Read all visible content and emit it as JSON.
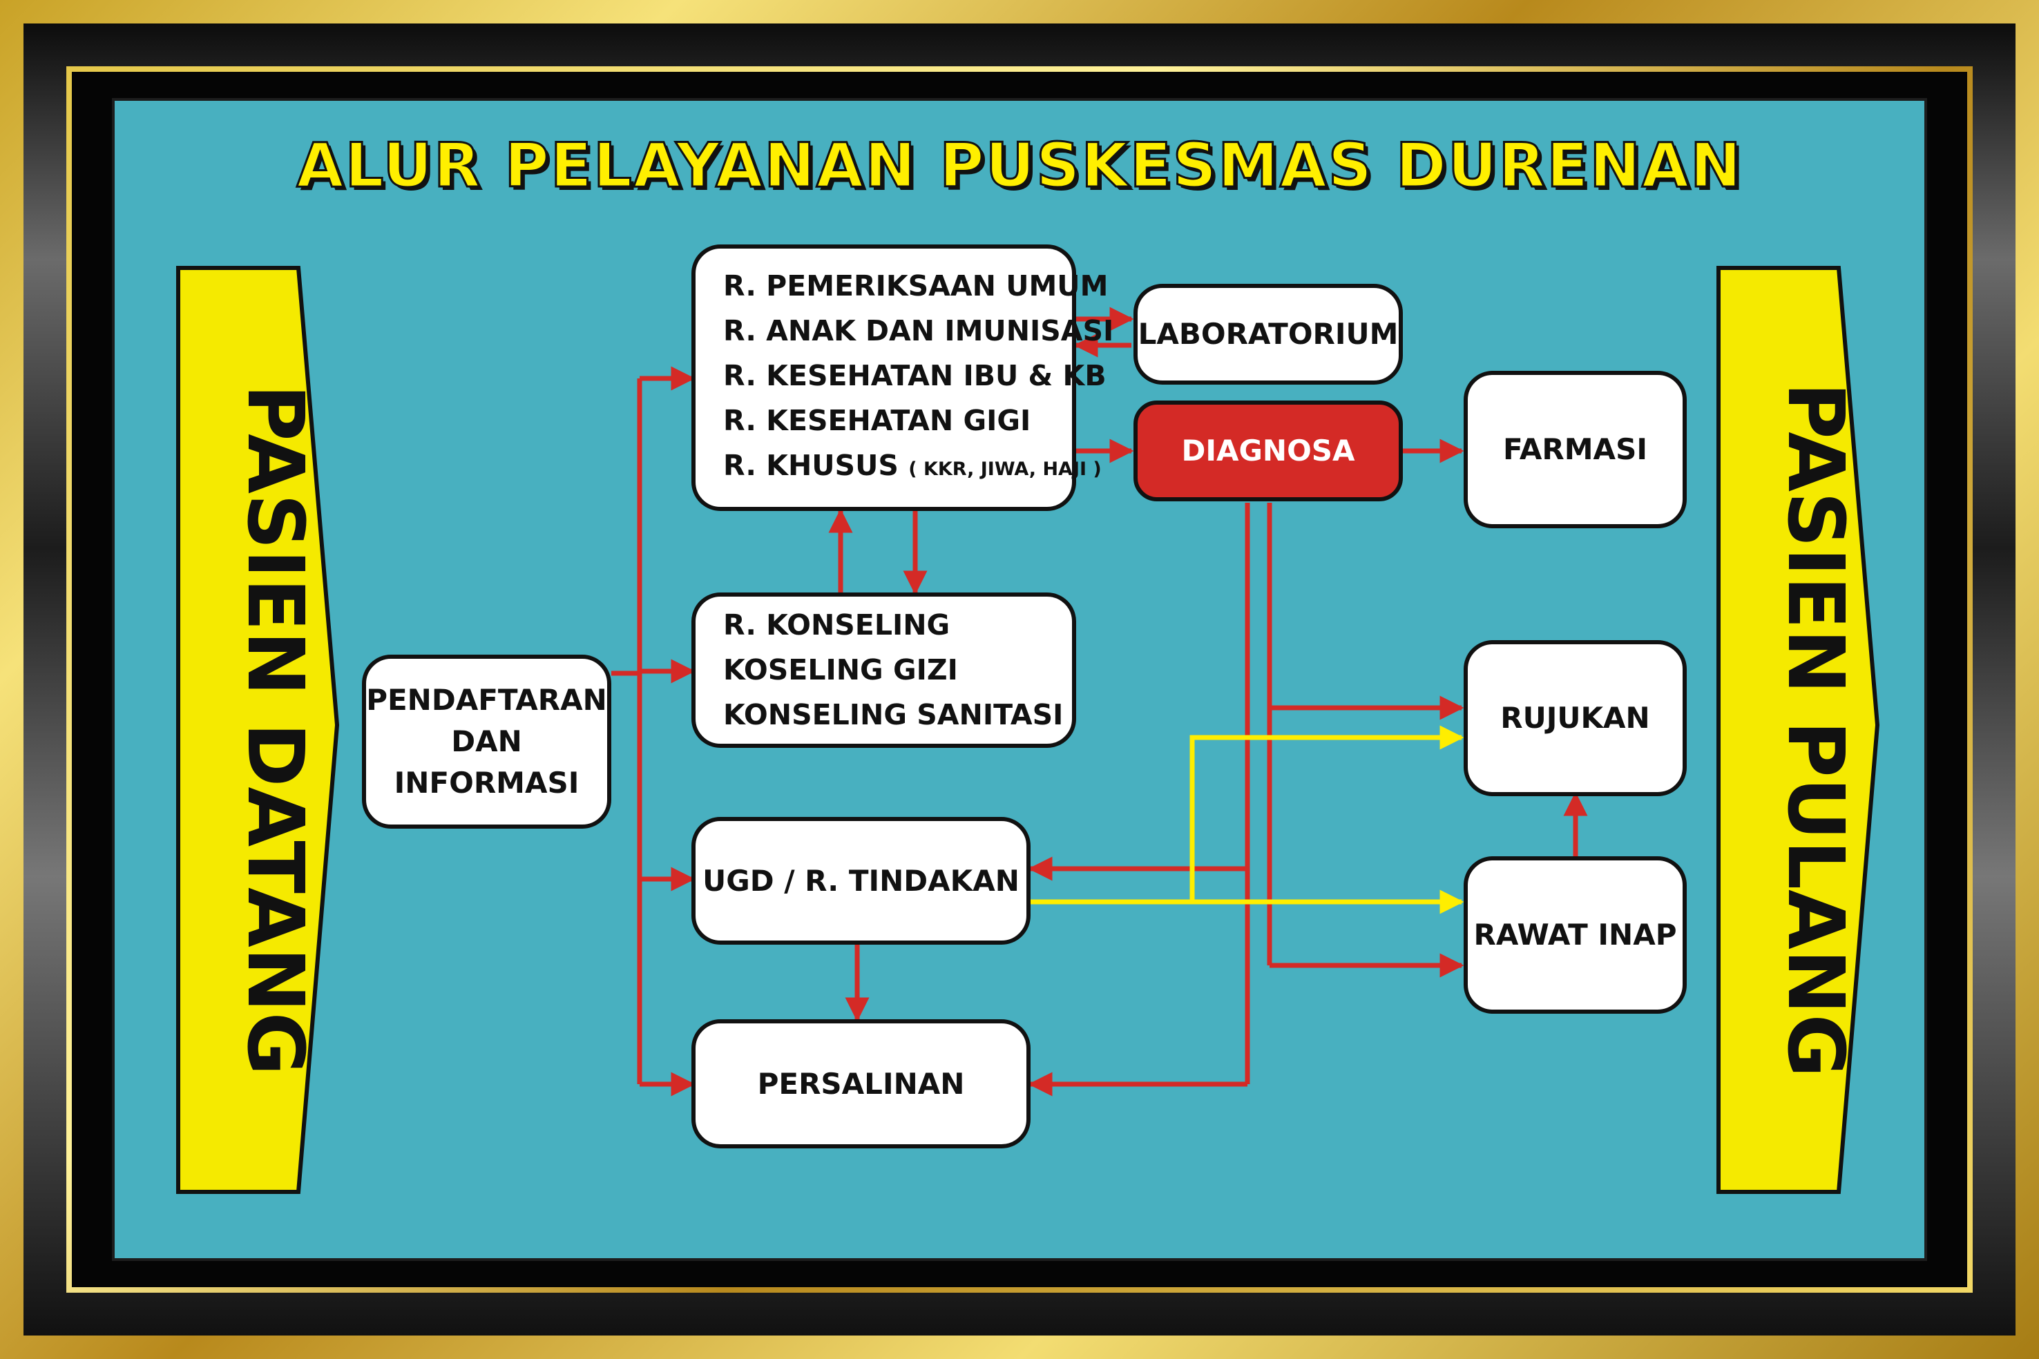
{
  "title": "ALUR PELAYANAN PUSKESMAS DURENAN",
  "side_left": "PASIEN DATANG",
  "side_right": "PASIEN PULANG",
  "nodes": {
    "pendaftaran": [
      "PENDAFTARAN",
      "DAN",
      "INFORMASI"
    ],
    "pemeriksaan": [
      "R. PEMERIKSAAN UMUM",
      "R. ANAK DAN IMUNISASI",
      "R. KESEHATAN IBU & KB",
      "R. KESEHATAN GIGI",
      "R. KHUSUS",
      "( KKR, JIWA, HAJI )"
    ],
    "laboratorium": "LABORATORIUM",
    "diagnosa": "DIAGNOSA",
    "farmasi": "FARMASI",
    "konseling": [
      "R. KONSELING",
      "KOSELING GIZI",
      "KONSELING SANITASI"
    ],
    "ugd": "UGD / R. TINDAKAN",
    "persalinan": "PERSALINAN",
    "rujukan": "RUJUKAN",
    "rawat_inap": "RAWAT INAP"
  },
  "colors": {
    "background": "#48b0c0",
    "title": "#ffef00",
    "side_banner": "#f5ea00",
    "arrow_red": "#d42a26",
    "arrow_yellow": "#ffee00",
    "diagnosa_fill": "#d42a26"
  }
}
